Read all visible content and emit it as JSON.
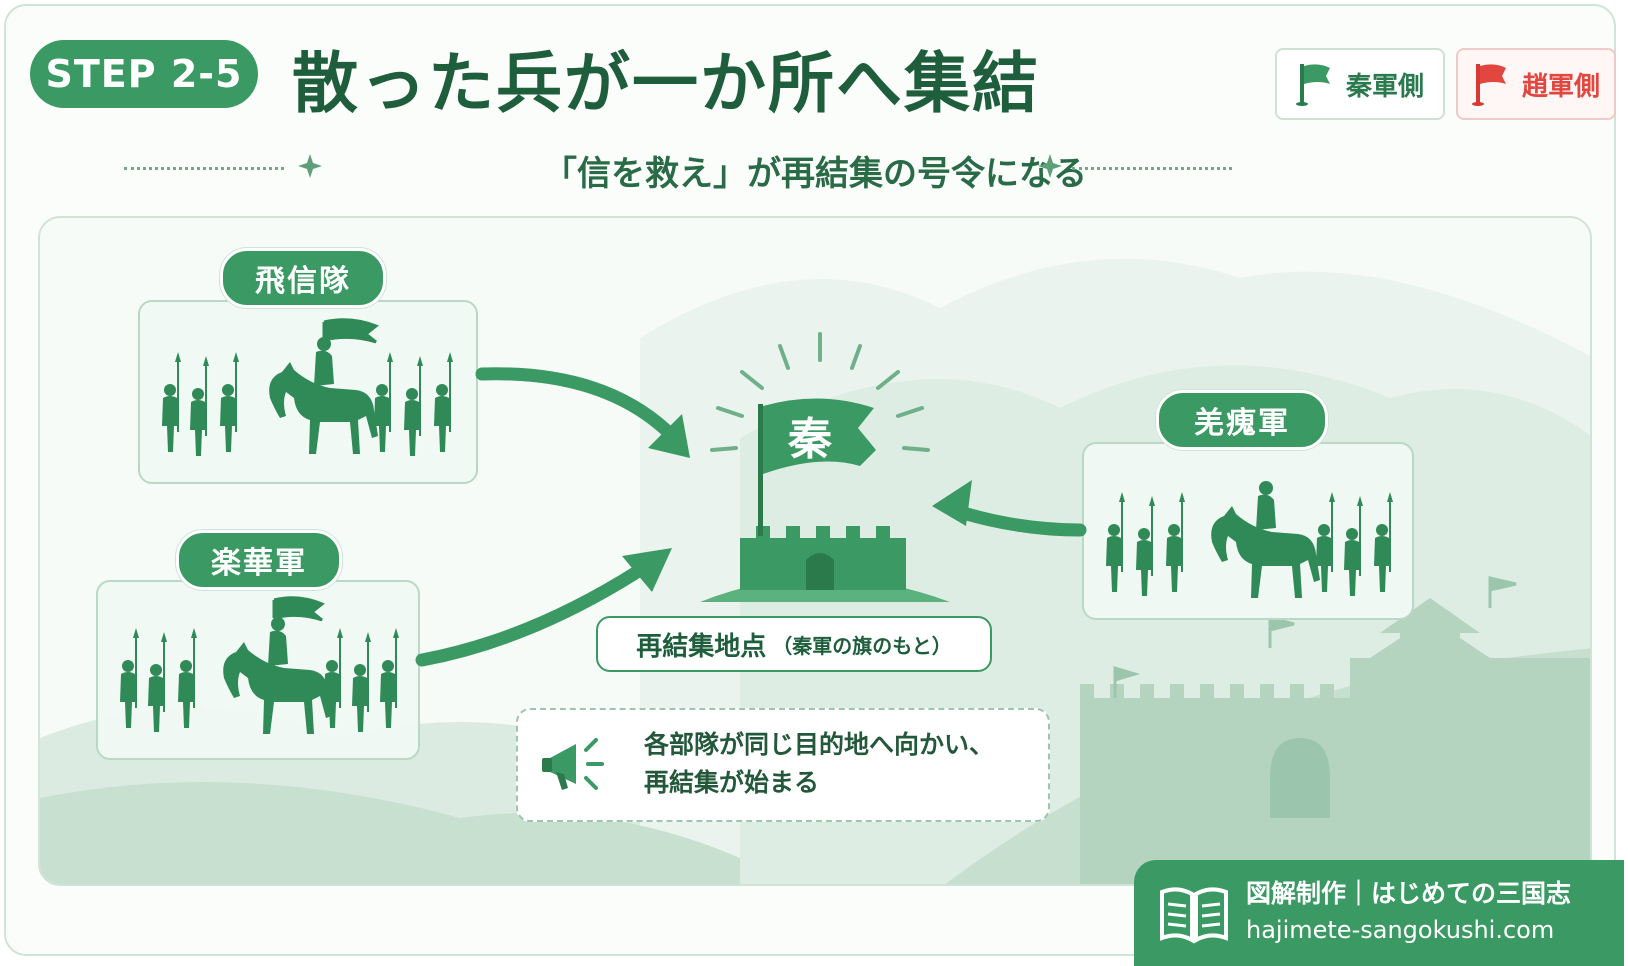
{
  "header": {
    "step": "STEP 2-5",
    "title": "散った兵が一か所へ集結",
    "subtitle": "「信を救え」が再結集の号令になる"
  },
  "legend": {
    "qin": {
      "label": "秦軍側",
      "color": "#2b7a4e"
    },
    "zhao": {
      "label": "趙軍側",
      "color": "#e2473f"
    }
  },
  "units": {
    "hishin": {
      "label": "飛信隊"
    },
    "gakka": {
      "label": "楽華軍"
    },
    "kyoutoku": {
      "label": "羌瘣軍"
    }
  },
  "flag_char": "秦",
  "gathering": {
    "label": "再結集地点",
    "note": "（秦軍の旗のもと）"
  },
  "callout": {
    "line1": "各部隊が同じ目的地へ向かい、",
    "line2": "再結集が始まる",
    "icon": "megaphone-icon"
  },
  "credit": {
    "line1": "図解制作｜はじめての三国志",
    "line2": "hajimete-sangokushi.com",
    "icon": "book-icon"
  },
  "colors": {
    "primary": "#3b9a63",
    "dark": "#1f5e3c",
    "accent_red": "#e2473f"
  }
}
